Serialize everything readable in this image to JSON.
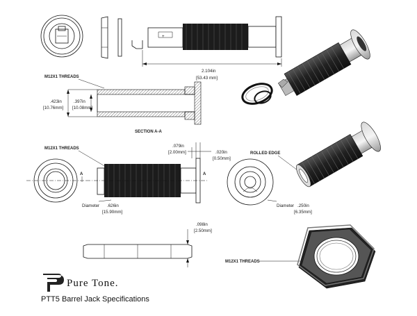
{
  "brand": {
    "name": "Pure Tone",
    "trademark": "."
  },
  "caption": "PTT5 Barrel Jack Specifications",
  "labels": {
    "threads_top": "M12X1 THREADS",
    "threads_mid": "M12X1 THREADS",
    "threads_nut": "M12X1 THREADS",
    "section_title": "SECTION A-A",
    "rolled_edge": "ROLLED EDGE",
    "section_mark": "A",
    "diameter_word": "Diameter"
  },
  "dimensions": {
    "overall_length": {
      "in": "2.104in",
      "mm": "[53.43 mm]"
    },
    "outer_bore": {
      "in": ".423in",
      "mm": "[10.76mm]"
    },
    "inner_bore": {
      "in": ".397in",
      "mm": "[10.08mm]"
    },
    "flange_width": {
      "in": ".079in",
      "mm": "[2.00mm]"
    },
    "flange_edge": {
      "in": ".020in",
      "mm": "[0.50mm]"
    },
    "body_diameter": {
      "in": ".626in",
      "mm": "[15.90mm]"
    },
    "inner_diameter": {
      "in": ".250in",
      "mm": "[6.35mm]"
    },
    "nut_thickness": {
      "in": ".098in",
      "mm": "[2.50mm]"
    }
  },
  "colors": {
    "ink": "#111111",
    "thread": "#1c1c1c",
    "paper": "#ffffff"
  }
}
